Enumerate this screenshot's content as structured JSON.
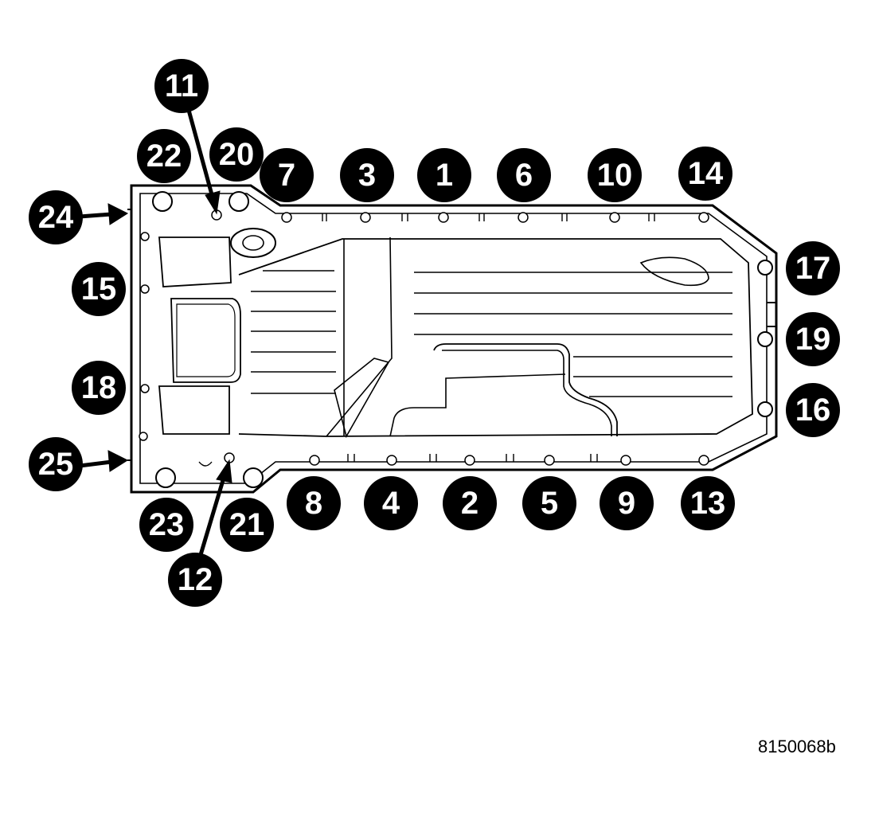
{
  "figure_code": "8150068b",
  "callouts": [
    {
      "label": "11"
    },
    {
      "label": "22"
    },
    {
      "label": "20"
    },
    {
      "label": "7"
    },
    {
      "label": "3"
    },
    {
      "label": "1"
    },
    {
      "label": "6"
    },
    {
      "label": "10"
    },
    {
      "label": "14"
    },
    {
      "label": "24"
    },
    {
      "label": "17"
    },
    {
      "label": "15"
    },
    {
      "label": "19"
    },
    {
      "label": "18"
    },
    {
      "label": "16"
    },
    {
      "label": "25"
    },
    {
      "label": "8"
    },
    {
      "label": "4"
    },
    {
      "label": "2"
    },
    {
      "label": "5"
    },
    {
      "label": "9"
    },
    {
      "label": "13"
    },
    {
      "label": "23"
    },
    {
      "label": "21"
    },
    {
      "label": "12"
    }
  ],
  "colors": {
    "ink": "#000000",
    "paper": "#ffffff"
  }
}
